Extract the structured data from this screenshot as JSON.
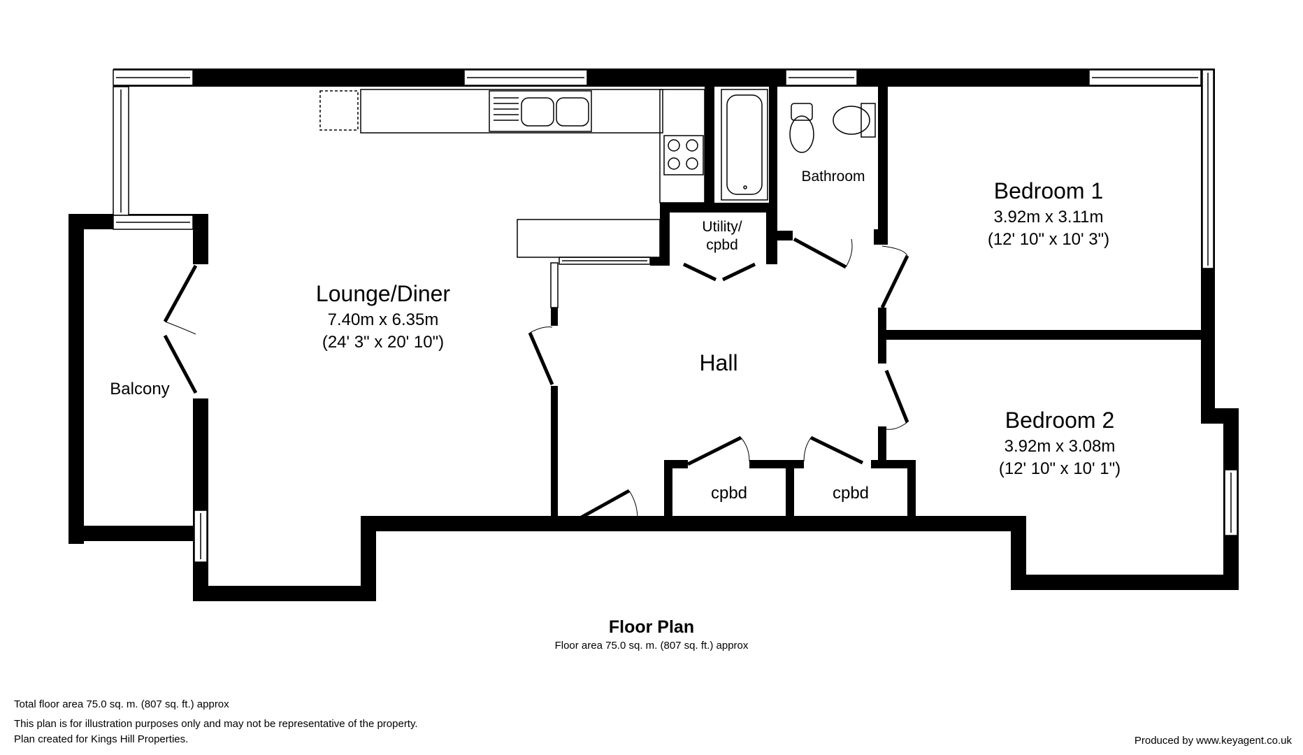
{
  "plan": {
    "title": "Floor Plan",
    "subtitle": "Floor area 75.0 sq. m. (807 sq. ft.) approx"
  },
  "rooms": {
    "lounge": {
      "name": "Lounge/Diner",
      "metric": "7.40m x 6.35m",
      "imperial": "(24' 3\" x 20' 10\")"
    },
    "bedroom1": {
      "name": "Bedroom 1",
      "metric": "3.92m x 3.11m",
      "imperial": "(12' 10\" x 10' 3\")"
    },
    "bedroom2": {
      "name": "Bedroom 2",
      "metric": "3.92m x 3.08m",
      "imperial": "(12' 10\" x 10' 1\")"
    },
    "hall": {
      "name": "Hall"
    },
    "bathroom": {
      "name": "Bathroom"
    },
    "utility": {
      "line1": "Utility/",
      "line2": "cpbd"
    },
    "balcony": {
      "name": "Balcony"
    },
    "cpbd_left": {
      "name": "cpbd"
    },
    "cpbd_right": {
      "name": "cpbd"
    }
  },
  "footer": {
    "total": "Total floor area 75.0 sq. m. (807 sq. ft.) approx",
    "disclaimer": "This plan is for illustration purposes only and may not be representative of the property.",
    "created_for": "Plan created for Kings Hill Properties.",
    "produced_by": "Produced by www.keyagent.co.uk"
  },
  "colors": {
    "wall": "#000000",
    "window": "#ffffff",
    "fixture": "#333333"
  }
}
